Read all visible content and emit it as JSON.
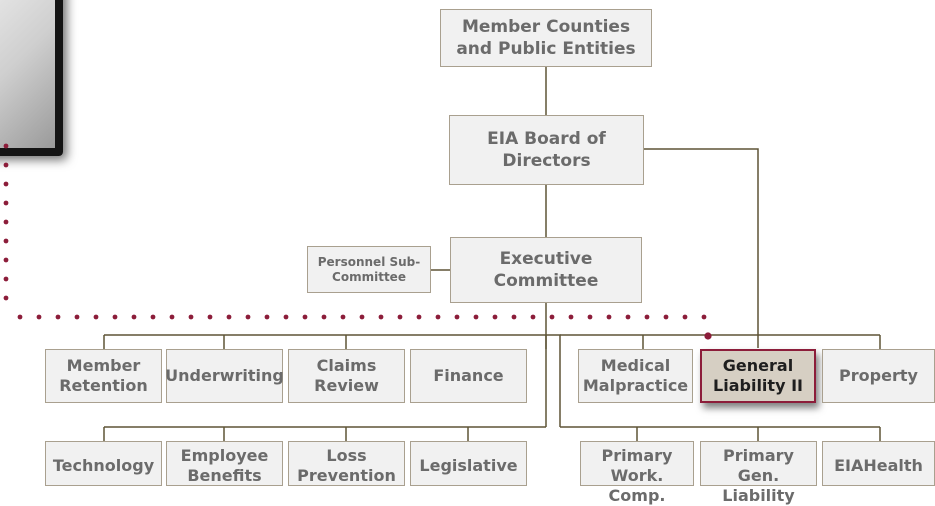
{
  "boxes": {
    "member_counties": "Member Counties and Public Entities",
    "board": "EIA Board of Directors",
    "executive": "Executive Committee",
    "personnel": "Personnel Sub-Committee",
    "member_retention": "Member Retention",
    "underwriting": "Underwriting",
    "claims_review": "Claims Review",
    "finance": "Finance",
    "medical_malpractice": "Medical Malpractice",
    "general_liability_ii": "General Liability II",
    "property": "Property",
    "technology": "Technology",
    "employee_benefits": "Employee Benefits",
    "loss_prevention": "Loss Prevention",
    "legislative": "Legislative",
    "primary_work_comp": "Primary Work. Comp.",
    "primary_gen_liability": "Primary Gen. Liability",
    "eiahealth": "EIAHealth"
  },
  "colors": {
    "box_fill": "#f1f1f1",
    "box_border": "#a9a08f",
    "connector": "#5e5436",
    "highlight_fill": "#d6cfc3",
    "highlight_border": "#8c1d3a",
    "dotted_trail": "#8c1d3a"
  }
}
